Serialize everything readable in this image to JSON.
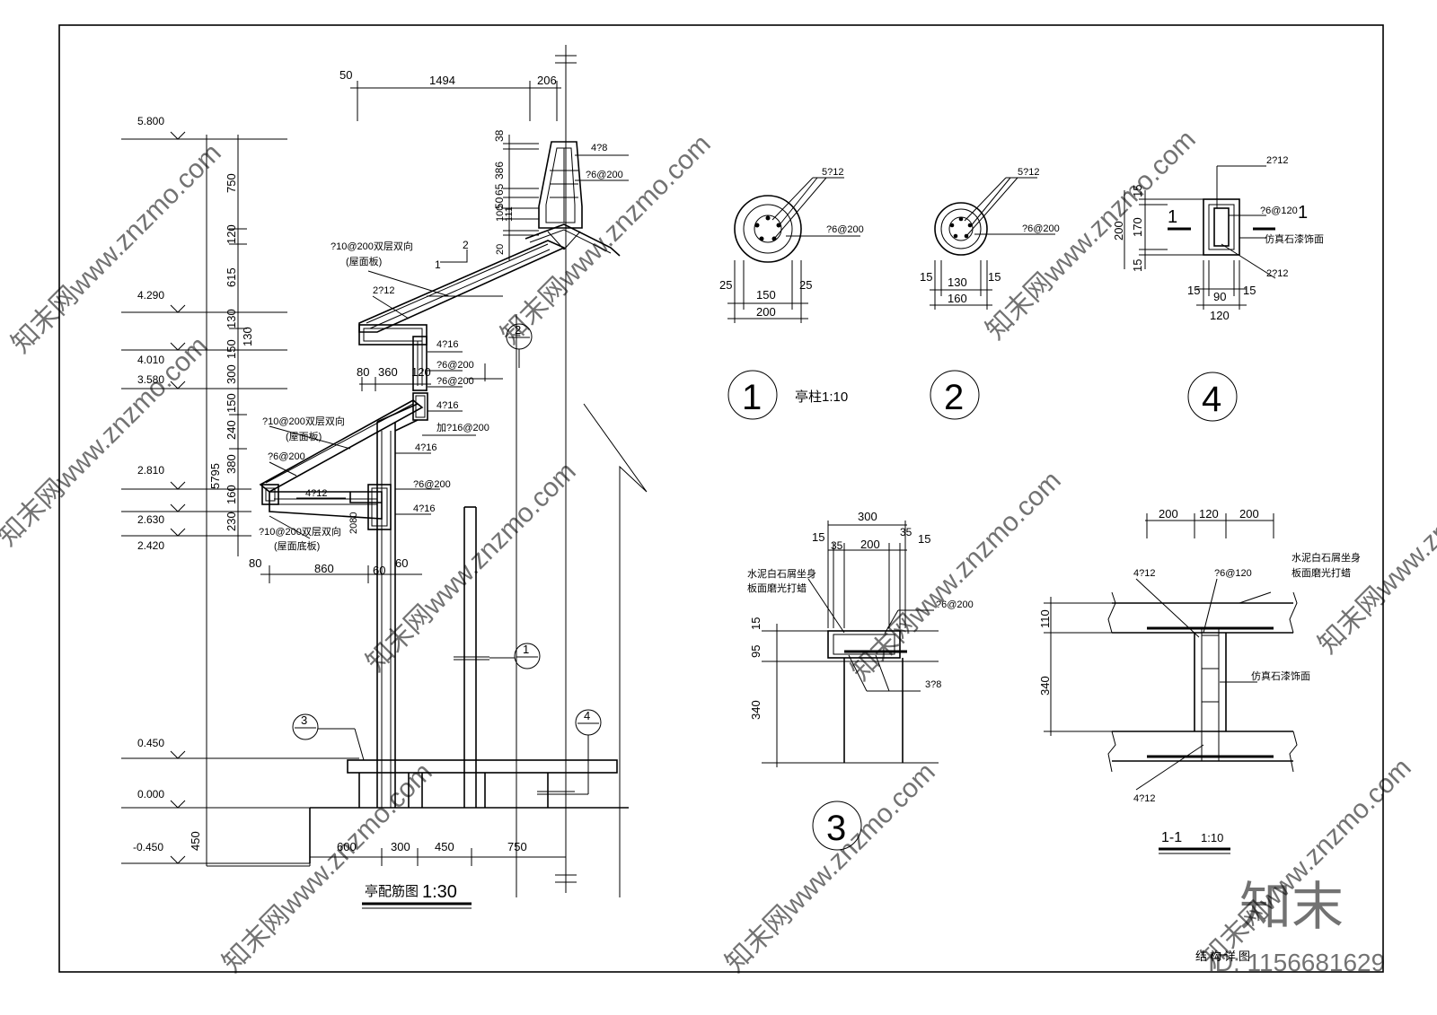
{
  "watermark": {
    "text": "知末网www.znzmo.com",
    "logo": "知末",
    "id": "ID: 1156681629"
  },
  "main_title": "亭配筋图",
  "main_scale": "1:30",
  "sheet_title": "结构详图",
  "elevations": [
    "5.800",
    "4.290",
    "4.010",
    "3.580",
    "2.810",
    "2.630",
    "2.420",
    "0.450",
    "0.000",
    "-0.450"
  ],
  "vertical_dims": [
    "750",
    "120",
    "615",
    "130",
    "150",
    "300",
    "150",
    "240",
    "380",
    "160",
    "230",
    "450",
    "5795",
    "130"
  ],
  "top_dims": [
    "50",
    "1494",
    "206"
  ],
  "ridge_dims": [
    "38",
    "386",
    "50",
    "65",
    "100",
    "111",
    "20"
  ],
  "bottom_dims": [
    "600",
    "300",
    "450",
    "750"
  ],
  "eave_dims": [
    "80",
    "860",
    "60",
    "60"
  ],
  "mid_dims": [
    "80",
    "360",
    "120"
  ],
  "slope": [
    "2",
    "1"
  ],
  "labels": {
    "ridge_bars": "4?8",
    "ridge_stirrup": "?6@200",
    "roof_slab_upper": "?10@200双层双向",
    "roof_slab_upper_sub": "(屋面板)",
    "beam_2_12": "2?12",
    "bar_4_16_a": "4?16",
    "stirrup_a": "?6@200",
    "stirrup_b": "?6@200",
    "bar_4_16_b": "4?16",
    "add_bar": "加?16@200",
    "bar_4_16_c": "4?16",
    "stirrup_c": "?6@200",
    "bar_4_16_d": "4?16",
    "roof_slab_mid": "?10@200双层双向",
    "roof_slab_mid_sub": "(屋面板)",
    "stirrup_d": "?6@200",
    "bar_4_12": "4?12",
    "roof_slab_low": "?10@200双层双向",
    "roof_slab_low_sub": "(屋面底板)",
    "dim_2080": "2080"
  },
  "callouts": [
    "1",
    "2",
    "3",
    "4"
  ],
  "detail1": {
    "num": "1",
    "title": "亭柱",
    "scale": "1:10",
    "bars": "5?12",
    "stirrup": "?6@200",
    "dims": [
      "25",
      "150",
      "25",
      "200"
    ]
  },
  "detail2": {
    "num": "2",
    "bars": "5?12",
    "stirrup": "?6@200",
    "dims": [
      "15",
      "130",
      "15",
      "160"
    ]
  },
  "detail4": {
    "num": "4",
    "top_bars": "2?12",
    "stirrup": "?6@120",
    "bottom_bars": "2?12",
    "finish": "仿真石漆饰面",
    "cut": "1",
    "vdims": [
      "15",
      "170",
      "15",
      "200"
    ],
    "hdims": [
      "15",
      "90",
      "15",
      "120"
    ]
  },
  "detail3": {
    "num": "3",
    "note_1": "水泥白石屑坐身",
    "note_2": "板面磨光打蜡",
    "stirrup": "?6@200",
    "bars": "3?8",
    "top_dims": [
      "300",
      "15",
      "35",
      "200",
      "35",
      "15"
    ],
    "vdims": [
      "15",
      "95",
      "340"
    ]
  },
  "section11": {
    "title": "1-1",
    "scale": "1:10",
    "top_dims": [
      "200",
      "120",
      "200"
    ],
    "bar_top": "4?12",
    "stirrup": "?6@120",
    "note_1": "水泥白石屑坐身",
    "note_2": "板面磨光打蜡",
    "finish": "仿真石漆饰面",
    "bar_bottom": "4?12",
    "vdims": [
      "110",
      "340"
    ]
  }
}
